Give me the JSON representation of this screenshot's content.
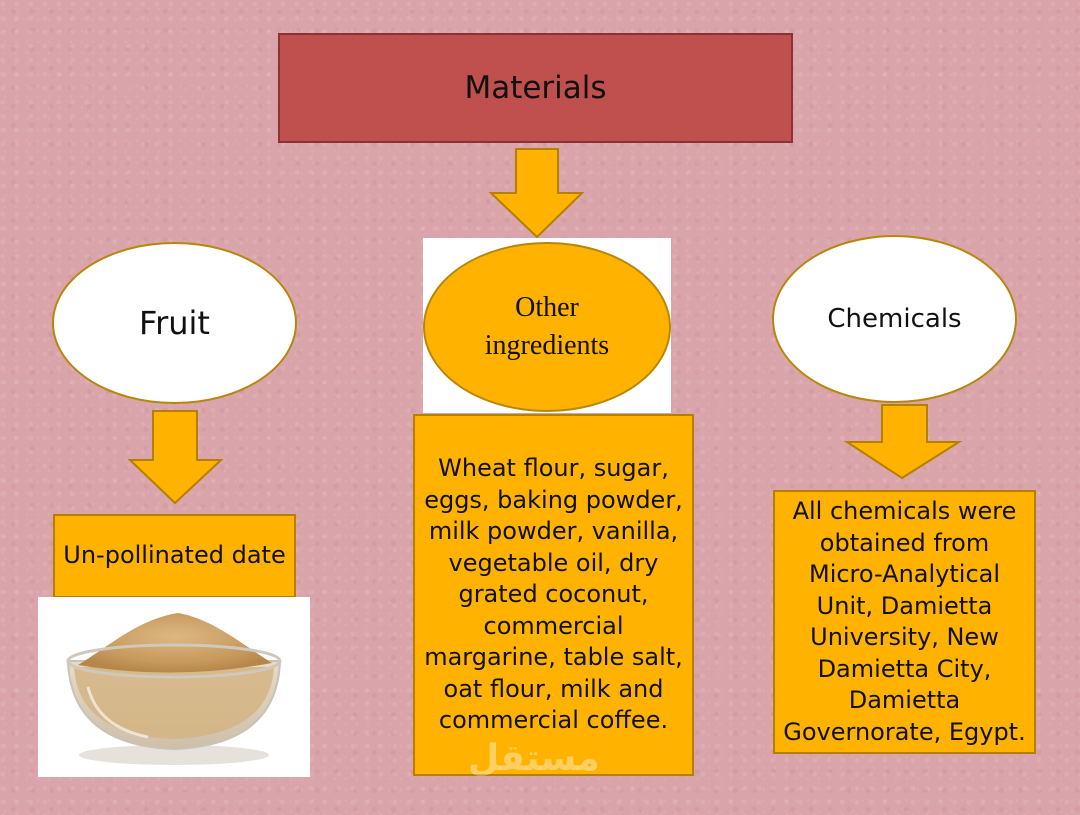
{
  "diagram": {
    "title": "Materials",
    "nodes": {
      "fruit": {
        "label": "Fruit",
        "detail": "Un-pollinated date"
      },
      "other_ingredients": {
        "label_line1": "Other",
        "label_line2": "ingredients",
        "detail_lines": [
          "Wheat flour, sugar,",
          "eggs, baking powder,",
          "milk powder, vanilla,",
          "vegetable oil, dry",
          "grated coconut,",
          "commercial",
          "margarine, table salt,",
          "oat flour, milk and",
          "commercial coffee."
        ]
      },
      "chemicals": {
        "label": "Chemicals",
        "detail_lines": [
          "All chemicals were",
          "obtained from",
          "Micro-Analytical",
          "Unit, Damietta",
          "University, New",
          "Damietta City,",
          "Damietta",
          "Governorate, Egypt."
        ]
      }
    },
    "watermark": "مستقل",
    "colors": {
      "title_fill": "#c0504d",
      "arrow_fill": "#ffb300",
      "box_fill": "#ffb300",
      "ellipse_white": "#ffffff",
      "background": "#d9a4aa"
    },
    "image": {
      "icon": "bowl-of-date-powder"
    }
  }
}
